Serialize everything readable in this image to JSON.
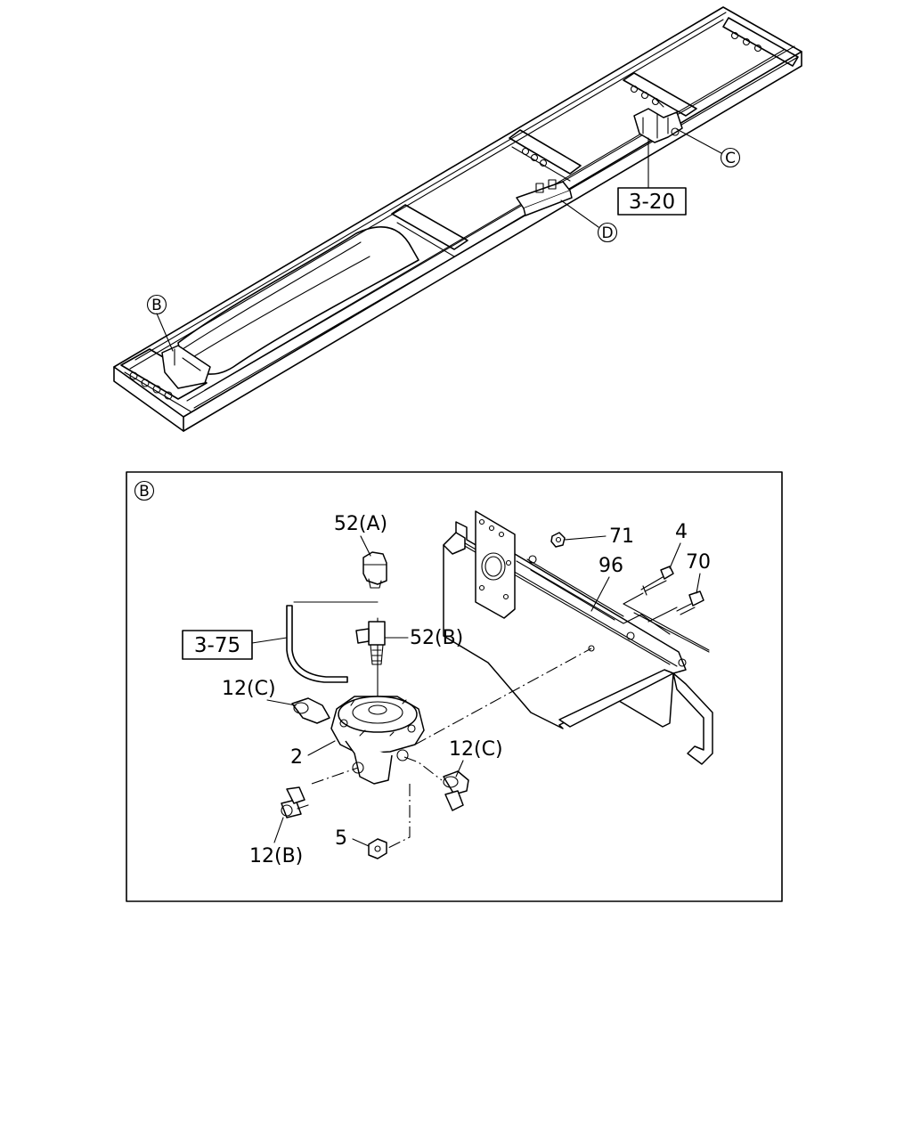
{
  "top_view": {
    "markers": {
      "b": "B",
      "c": "C",
      "d": "D"
    },
    "ref_box": "3-20"
  },
  "detail_b": {
    "marker": "B",
    "ref_box": "3-75",
    "parts": {
      "p52a": "52(A)",
      "p52b": "52(B)",
      "p71": "71",
      "p4": "4",
      "p96": "96",
      "p70": "70",
      "p12c_left": "12(C)",
      "p2": "2",
      "p12c_right": "12(C)",
      "p5": "5",
      "p12b": "12(B)"
    }
  }
}
